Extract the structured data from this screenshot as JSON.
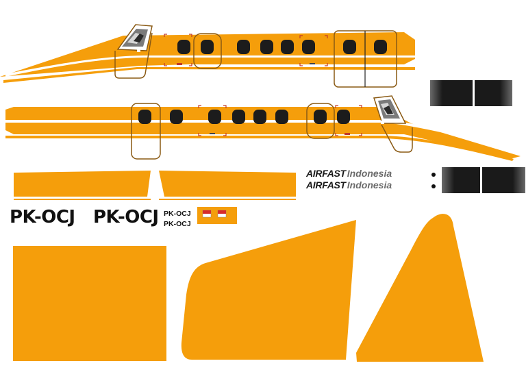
{
  "registration": "PK-OCJ",
  "brand": {
    "name": "AIRFAST",
    "suffix": "Indonesia"
  },
  "colors": {
    "livery_orange": "#f59e0b",
    "cheatline_white": "#ffffff",
    "outline_brown": "#8a5a14",
    "window_black": "#1c1c1c",
    "marker_red": "#c0392b",
    "text_dark": "#111111",
    "text_gray": "#6a6a6a",
    "flag_red": "#d62b2b",
    "flag_white": "#ffffff"
  }
}
